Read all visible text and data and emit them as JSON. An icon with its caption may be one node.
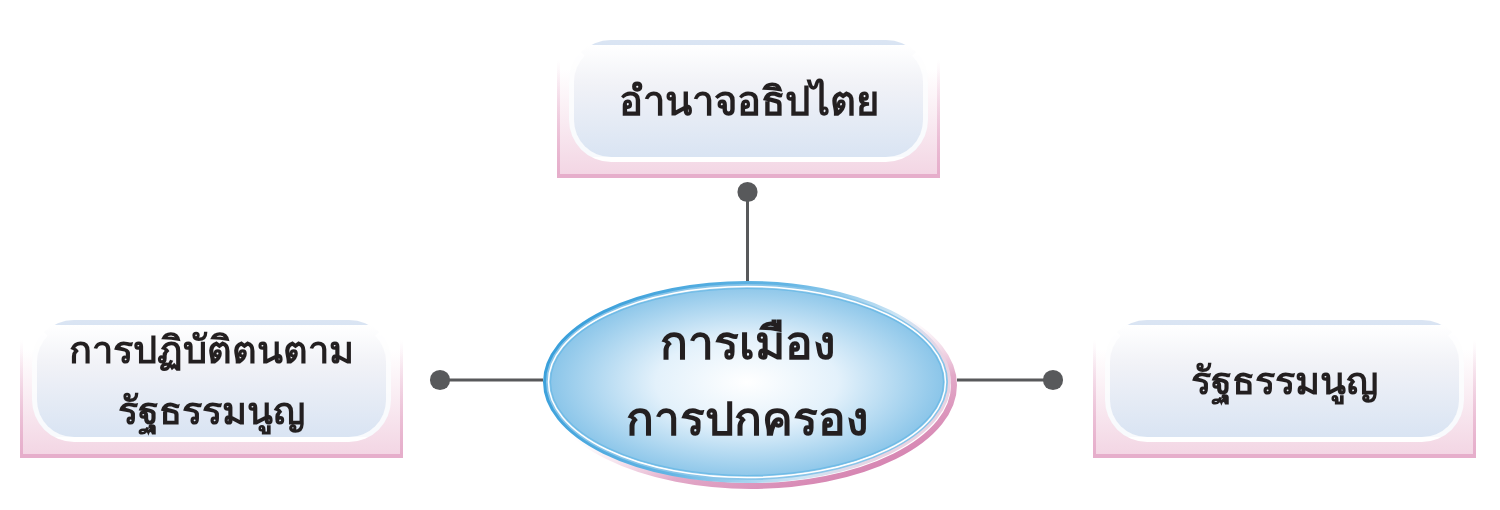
{
  "diagram": {
    "nodes": [
      {
        "text": [
          "อำนาจอธิปไตย"
        ]
      },
      {
        "text": [
          "การปฏิบัติตนตาม รัฐธรรมนูญ"
        ]
      },
      {
        "text": [
          "การเมือง การปกครอง"
        ]
      },
      {
        "text": [
          "รัฐธรรมนูญ"
        ]
      }
    ],
    "edges": [
      {
        "from": 2,
        "to": 0,
        "arrow": "other"
      },
      {
        "from": 2,
        "to": 1,
        "arrow": "other"
      },
      {
        "from": 2,
        "to": 3,
        "arrow": "other"
      }
    ]
  }
}
